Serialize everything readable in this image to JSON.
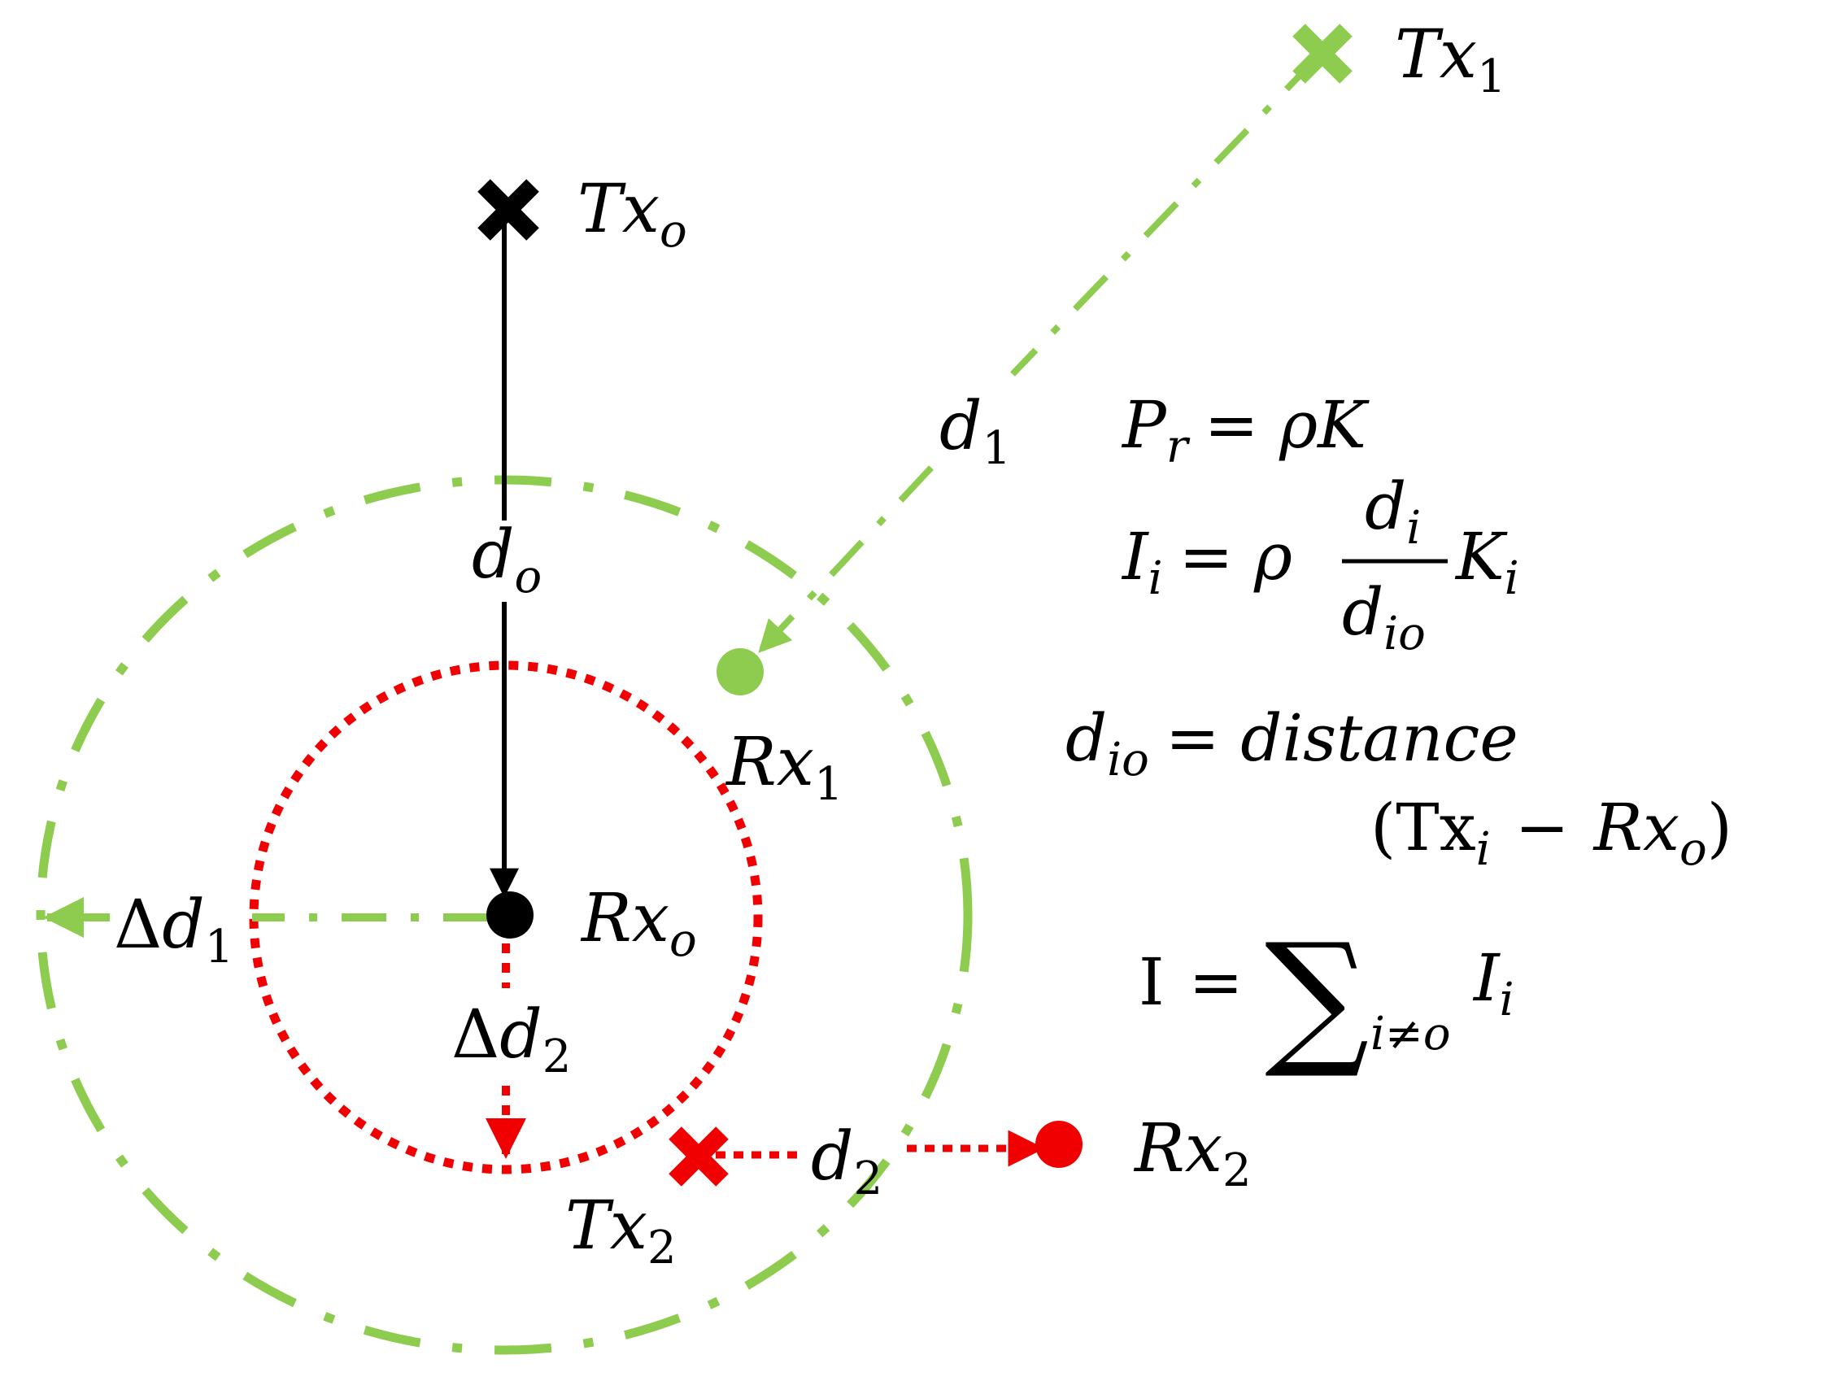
{
  "colors": {
    "green": "#8DCC4F",
    "red": "#F00000",
    "black": "#000000"
  },
  "labels": {
    "tx_o": {
      "base": "Tx",
      "sub": "o"
    },
    "tx_1": {
      "base": "Tx",
      "sub": "1"
    },
    "tx_2": {
      "base": "Tx",
      "sub": "2"
    },
    "rx_o": {
      "base": "Rx",
      "sub": "o"
    },
    "rx_1": {
      "base": "Rx",
      "sub": "1"
    },
    "rx_2": {
      "base": "Rx",
      "sub": "2"
    },
    "d_o": {
      "base": "d",
      "sub": "o"
    },
    "d_1": {
      "base": "d",
      "sub": "1"
    },
    "d_2": {
      "base": "d",
      "sub": "2"
    },
    "delta_d1": {
      "delta": "Δ",
      "base": "d",
      "sub": "1"
    },
    "delta_d2": {
      "delta": "Δ",
      "base": "d",
      "sub": "2"
    }
  },
  "equations": {
    "pr": {
      "lhs": "P",
      "lhs_sub": "r",
      "rhs": "= ρK"
    },
    "ii": {
      "lhs": "I",
      "lhs_sub": "i",
      "eq": "= ρ",
      "num": "d",
      "num_sub": "i",
      "den": "d",
      "den_sub": "io",
      "tail": "K",
      "tail_sub": "i"
    },
    "dio": {
      "lhs": "d",
      "lhs_sub": "io",
      "rhs": "= distance"
    },
    "dio_paren": {
      "open": "(Tx",
      "a_sub": "i",
      "minus": "−",
      "b": "Rx",
      "b_sub": "o",
      "close": ")"
    },
    "sum": {
      "lhs": "I",
      "eq": "=",
      "sigma": "∑",
      "range": "i≠o",
      "term": "I",
      "term_sub": "i"
    }
  }
}
